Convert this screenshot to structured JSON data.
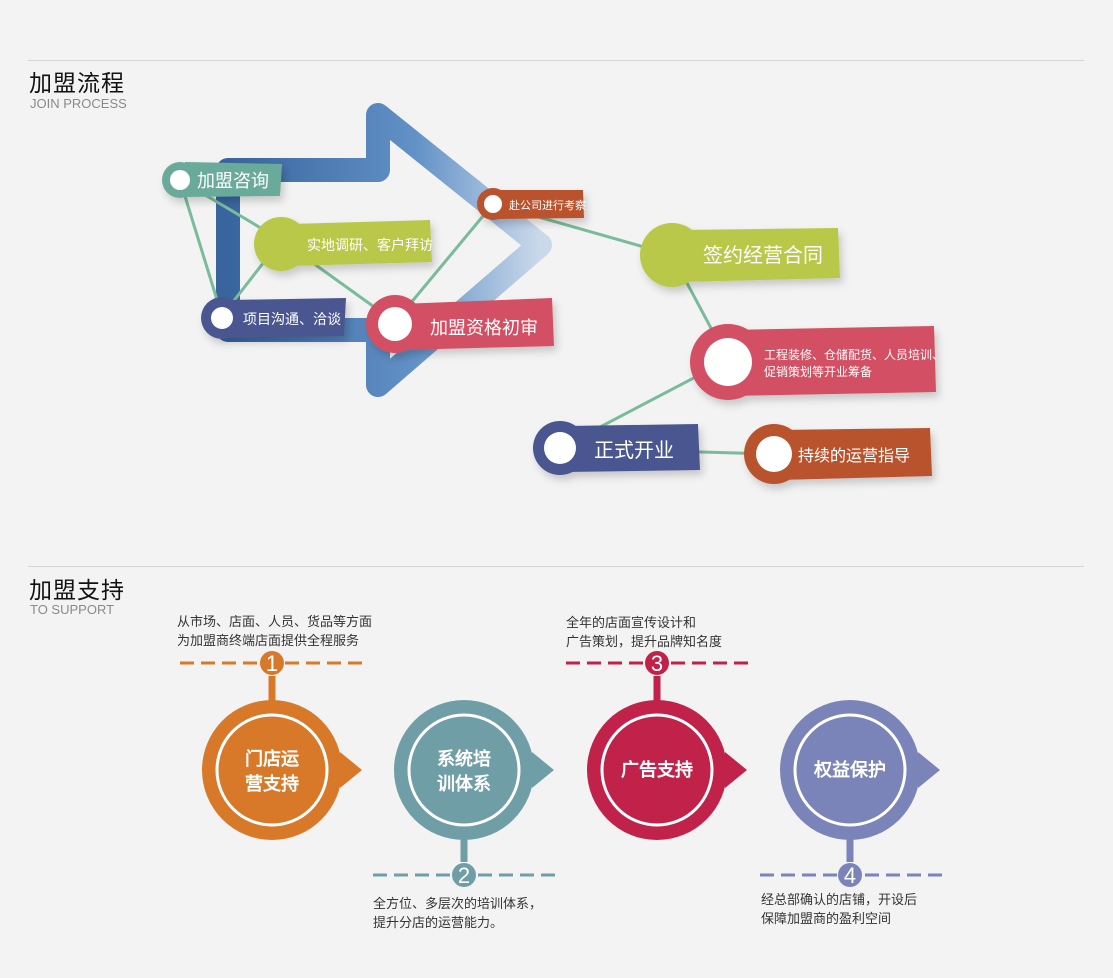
{
  "process": {
    "title": "加盟流程",
    "subtitle": "JOIN PROCESS",
    "steps": {
      "consult": "加盟咨询",
      "research": "实地调研、客户拜访",
      "communicate": "项目沟通、洽谈",
      "review": "加盟资格初审",
      "visit": "赴公司进行考察",
      "contract": "签约经营合同",
      "prep_line1": "工程装修、仓储配货、人员培训、",
      "prep_line2": "促销策划等开业筹备",
      "open": "正式开业",
      "guidance": "持续的运营指导"
    }
  },
  "support": {
    "title": "加盟支持",
    "subtitle": "TO SUPPORT",
    "items": [
      {
        "number": "1",
        "label_line1": "门店运",
        "label_line2": "营支持",
        "color": "#d8792a",
        "desc_line1": "从市场、店面、人员、货品等方面",
        "desc_line2": "为加盟商终端店面提供全程服务"
      },
      {
        "number": "2",
        "label_line1": "系统培",
        "label_line2": "训体系",
        "color": "#6f9ea6",
        "desc_line1": "全方位、多层次的培训体系，",
        "desc_line2": "提升分店的运营能力。"
      },
      {
        "number": "3",
        "label_line1": "广告支持",
        "label_line2": "",
        "color": "#c0224a",
        "desc_line1": "全年的店面宣传设计和",
        "desc_line2": "广告策划，提升品牌知名度"
      },
      {
        "number": "4",
        "label_line1": "权益保护",
        "label_line2": "",
        "color": "#7b84b8",
        "desc_line1": "经总部确认的店铺，开设后",
        "desc_line2": "保障加盟商的盈利空间"
      }
    ]
  },
  "colors": {
    "green": "#b9c84a",
    "red": "#d35063",
    "navy": "#4a5690",
    "brown": "#b9532d",
    "teal_line": "#79bb9a",
    "arrow_blue": "#3f6ea6"
  }
}
